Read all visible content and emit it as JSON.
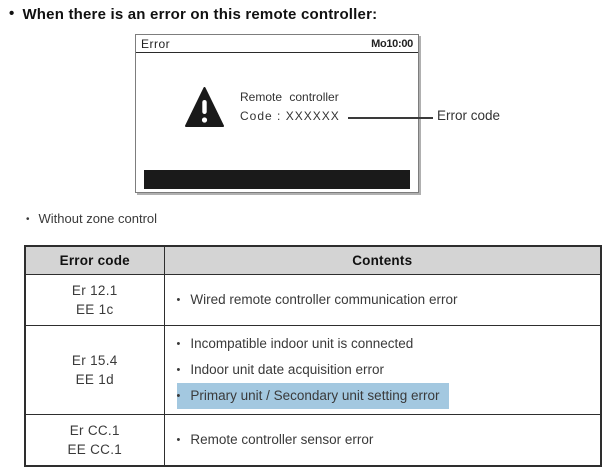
{
  "page": {
    "heading": "When there is an error on this remote controller:",
    "sub_bullet": "Without zone control",
    "bullet_glyph": "•"
  },
  "screen": {
    "title": "Error",
    "time": "Mo10:00",
    "message_line1": "Remote controller",
    "message_line2": "Code : XXXXXX",
    "warning_icon": "warning-triangle-icon"
  },
  "callout": {
    "label": "Error code"
  },
  "table": {
    "headers": [
      "Error code",
      "Contents"
    ],
    "rows": [
      {
        "codes": [
          "Er 12.1",
          "EE 1c"
        ],
        "contents": [
          {
            "text": "Wired remote controller communication error",
            "highlighted": false
          }
        ]
      },
      {
        "codes": [
          "Er 15.4",
          "EE 1d"
        ],
        "contents": [
          {
            "text": "Incompatible indoor unit is connected",
            "highlighted": false
          },
          {
            "text": "Indoor unit date acquisition error",
            "highlighted": false
          },
          {
            "text": "Primary unit / Secondary unit setting error",
            "highlighted": true
          }
        ]
      },
      {
        "codes": [
          "Er CC.1",
          "EE CC.1"
        ],
        "contents": [
          {
            "text": "Remote controller sensor error",
            "highlighted": false
          }
        ]
      }
    ]
  },
  "colors": {
    "highlight": "#a3c8e0",
    "header_bg": "#d4d4d4",
    "table_border": "#2e2e2e",
    "status_bar": "#1a1a1a"
  }
}
